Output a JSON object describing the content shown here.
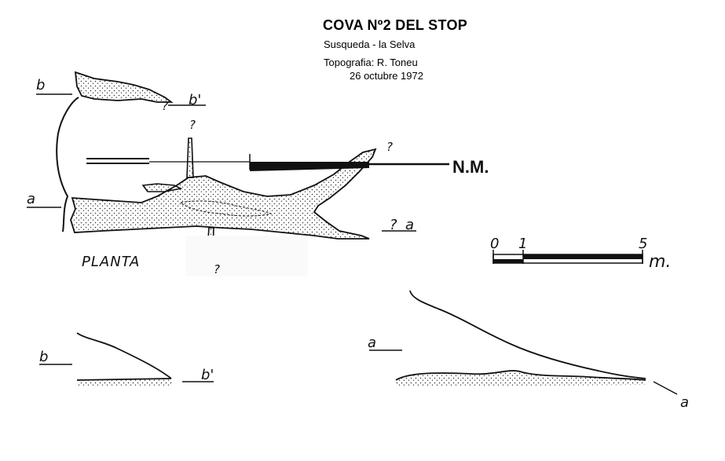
{
  "header": {
    "title": "COVA Nº2 DEL STOP",
    "location": "Susqueda - la Selva",
    "survey": "Topografia: R. Toneu",
    "date": "26 octubre 1972"
  },
  "plan": {
    "label": "PLANTA",
    "magnetic_north": "N.M.",
    "section_marks": {
      "b": "b",
      "b_prime": "b'",
      "a": "a",
      "a_end": "a"
    },
    "unknown_marks": [
      "?",
      "?",
      "?",
      "?",
      "?"
    ]
  },
  "scale_bar": {
    "tick_labels": [
      "0",
      "1",
      "5"
    ],
    "unit": "m.",
    "tick_values_m": [
      0,
      1,
      5
    ]
  },
  "section_bb": {
    "left_label": "b",
    "right_label": "b'"
  },
  "section_aa": {
    "left_label": "a",
    "right_label": "a"
  },
  "colors": {
    "ink": "#111111",
    "stipple": "#333333",
    "paper": "#ffffff"
  }
}
